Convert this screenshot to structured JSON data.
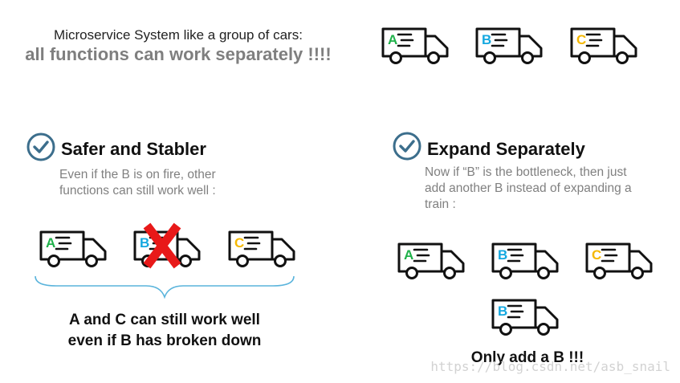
{
  "intro": {
    "line1": "Microservice System like a group of cars:",
    "line2": "all functions can work separately !!!!"
  },
  "colors": {
    "a": "#1fb14a",
    "b": "#14a8e0",
    "c": "#f5b800",
    "cross": "#e81919",
    "check": "#3c6e8c"
  },
  "icons": {
    "check": "check-circle-icon",
    "truck": "truck-icon",
    "cross": "cross-icon",
    "brace": "curly-brace"
  },
  "top_trucks": [
    {
      "label": "A",
      "color": "#1fb14a"
    },
    {
      "label": "B",
      "color": "#14a8e0"
    },
    {
      "label": "C",
      "color": "#f5b800"
    }
  ],
  "safer": {
    "heading": "Safer and Stabler",
    "desc_line1": "Even if the B is on fire, other",
    "desc_line2": "functions can still work well :",
    "trucks": [
      {
        "label": "A",
        "color": "#1fb14a"
      },
      {
        "label": "B",
        "color": "#14a8e0",
        "broken": true
      },
      {
        "label": "C",
        "color": "#f5b800"
      }
    ],
    "caption_line1": "A and C can still work well",
    "caption_line2": "even if B has broken down"
  },
  "expand": {
    "heading": "Expand Separately",
    "desc_line1": "Now if “B” is the bottleneck, then just",
    "desc_line2": "add another B instead of expanding a",
    "desc_line3": "train :",
    "trucks": [
      {
        "label": "A",
        "color": "#1fb14a"
      },
      {
        "label": "B",
        "color": "#14a8e0"
      },
      {
        "label": "C",
        "color": "#f5b800"
      },
      {
        "label": "B",
        "color": "#14a8e0"
      }
    ],
    "caption": "Only add a B !!!"
  },
  "watermark": "https://blog.csdn.net/asb_snail"
}
